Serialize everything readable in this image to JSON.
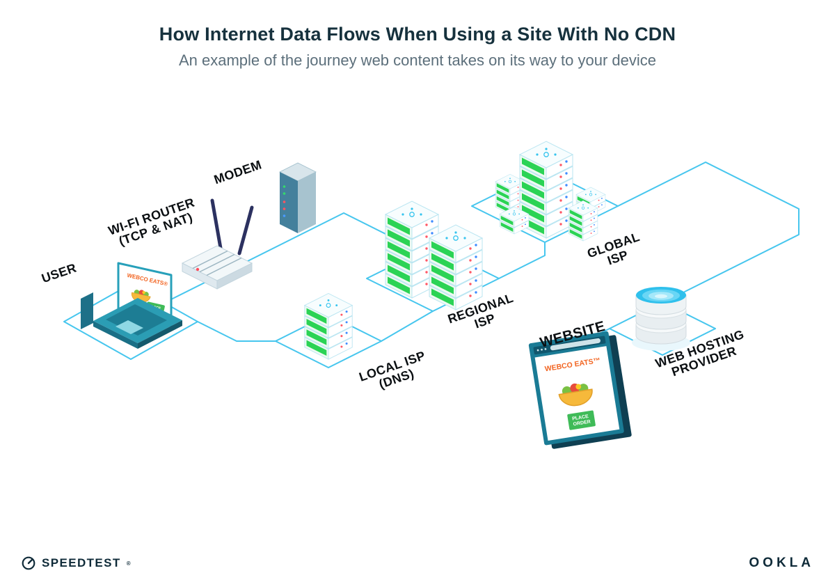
{
  "header": {
    "title": "How Internet Data Flows When Using a Site With No CDN",
    "subtitle": "An example of the journey web content takes on its way to your device"
  },
  "labels": {
    "user": "USER",
    "wifi_router_line1": "WI-FI ROUTER",
    "wifi_router_line2": "(TCP & NAT)",
    "modem": "MODEM",
    "local_isp_line1": "LOCAL ISP",
    "local_isp_line2": "(DNS)",
    "regional_isp_line1": "REGIONAL",
    "regional_isp_line2": "ISP",
    "global_isp_line1": "GLOBAL",
    "global_isp_line2": "ISP",
    "website": "WEBSITE",
    "web_hosting_line1": "WEB HOSTING",
    "web_hosting_line2": "PROVIDER"
  },
  "artwork": {
    "laptop_screen_brand": "WEBCO EATS®",
    "laptop_button_line1": "PLACE",
    "laptop_button_line2": "ORDER",
    "website_brand": "WEBCO EATS™",
    "website_button_line1": "PLACE",
    "website_button_line2": "ORDER"
  },
  "footer": {
    "speedtest": "SPEEDTEST",
    "speedtest_mark": "®",
    "ookla": "OOKLA"
  },
  "colors": {
    "connector_line": "#46c6ee",
    "title_text": "#16313d",
    "subtitle_text": "#5c6f7b",
    "label_text": "#0b0f12",
    "server_green": "#2bd355",
    "brand_orange": "#f26522",
    "button_green": "#3fbb58",
    "antenna_navy": "#2c3160"
  }
}
